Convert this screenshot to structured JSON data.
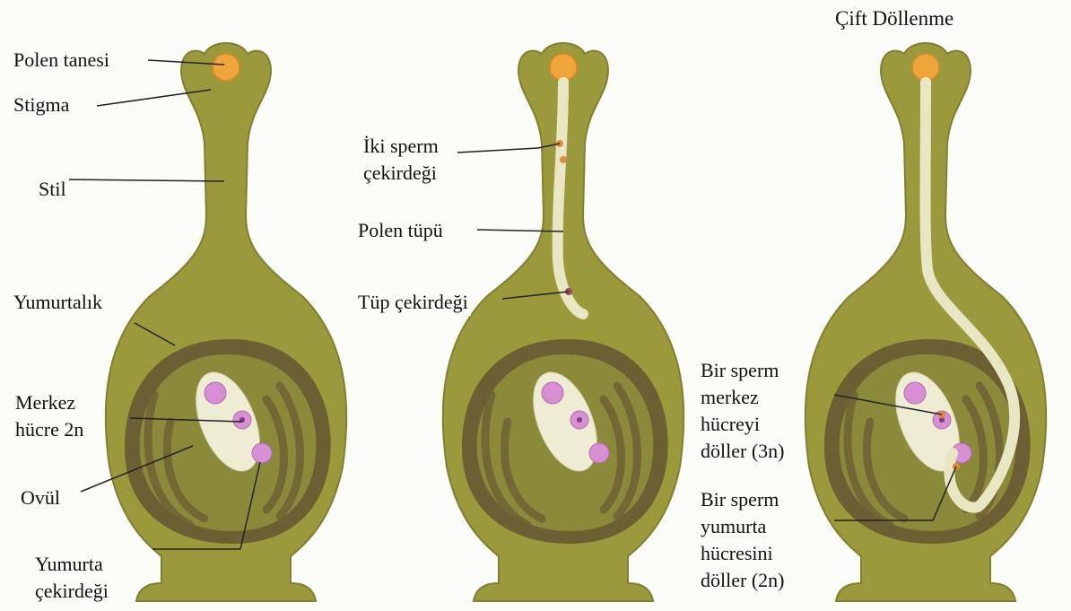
{
  "title": "Çift Döllenme",
  "colors": {
    "pistil": "#9a9a3c",
    "pistil_outline": "#7f8030",
    "ovary_band": "#6d5f34",
    "ovule": "#8a8a3a",
    "inner": "#a09e54",
    "sac": "#eeecd2",
    "tube": "#e9e6c4",
    "pollen": "#f0a53a",
    "nucleus": "#d98fd4",
    "nucleus_dark": "#7a3f7a",
    "sperm": "#e08a3a",
    "leader": "#222222"
  },
  "labels": {
    "polen_tanesi": "Polen tanesi",
    "stigma": "Stigma",
    "stil": "Stil",
    "yumurtalik": "Yumurtalık",
    "merkez_hucre": "Merkez\nhücre 2n",
    "ovul": "Ovül",
    "yumurta_cekirdegi": "Yumurta\nçekirdeği",
    "iki_sperm": "İki sperm\nçekirdeği",
    "polen_tupu": "Polen tüpü",
    "tup_cekirdegi": "Tüp çekirdeği",
    "bir_sperm_merkez": "Bir sperm\nmerkez\nhücreyi\ndöller (3n)",
    "bir_sperm_yumurta": "Bir sperm\nyumurta\nhücresini\ndöller (2n)"
  }
}
